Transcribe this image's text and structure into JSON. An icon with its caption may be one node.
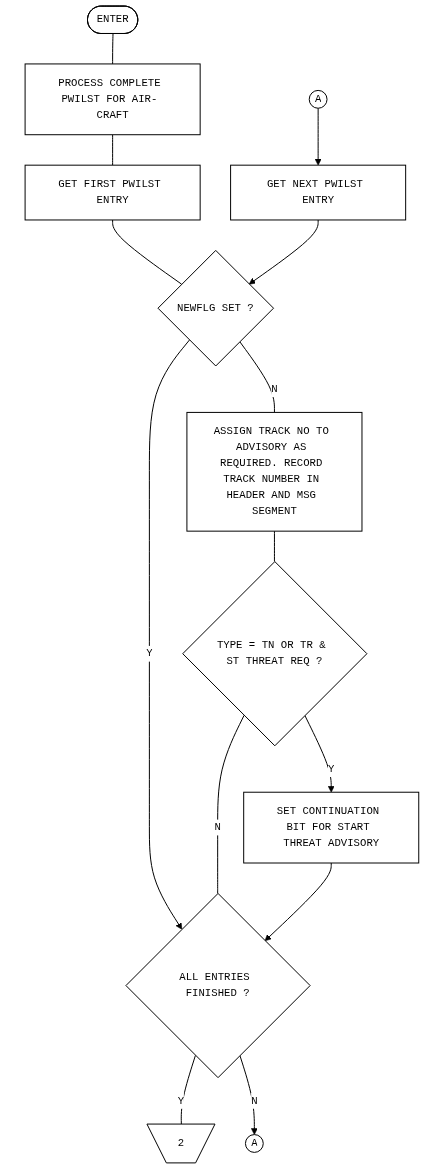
{
  "diagram": {
    "nodes": [
      {
        "text": [
          "ENTER"
        ]
      },
      {
        "text": [
          "PROCESS COMPLETE PWILST FOR AIR- CRAFT"
        ]
      },
      {
        "text": [
          "A"
        ]
      },
      {
        "text": [
          "GET FIRST PWILST ENTRY"
        ]
      },
      {
        "text": [
          "GET NEXT PWILST ENTRY"
        ]
      },
      {
        "text": [
          "NEWFLG SET ?"
        ]
      },
      {
        "text": [
          "ASSIGN TRACK NO TO ADVISORY AS REQUIRED. RECORD TRACK NUMBER IN HEADER AND MSG SEGMENT"
        ]
      },
      {
        "text": [
          "TYPE = TN OR TR & ST THREAT REQ ?"
        ]
      },
      {
        "text": [
          "SET CONTINUATION BIT FOR START THREAT ADVISORY"
        ]
      },
      {
        "text": [
          "ALL ENTRIES FINISHED ?"
        ]
      },
      {
        "text": [
          "2"
        ]
      },
      {
        "text": [
          "A"
        ]
      }
    ],
    "edges": [
      {
        "from": 0,
        "to": 1,
        "arrow": "none"
      },
      {
        "from": 1,
        "to": 3,
        "arrow": "none"
      },
      {
        "from": 2,
        "to": 4,
        "arrow": "to"
      },
      {
        "from": 3,
        "to": 5,
        "arrow": "none"
      },
      {
        "from": 4,
        "to": 5,
        "arrow": "to"
      },
      {
        "from": 5,
        "to": 9,
        "arrow": "to",
        "label": "Y"
      },
      {
        "from": 5,
        "to": 6,
        "arrow": "none",
        "label": "N"
      },
      {
        "from": 6,
        "to": 7,
        "arrow": "none"
      },
      {
        "from": 7,
        "to": 8,
        "arrow": "to",
        "label": "Y"
      },
      {
        "from": 7,
        "to": 9,
        "arrow": "none",
        "label": "N"
      },
      {
        "from": 8,
        "to": 9,
        "arrow": "to"
      },
      {
        "from": 9,
        "to": 10,
        "arrow": "none",
        "label": "Y"
      },
      {
        "from": 9,
        "to": 11,
        "arrow": "to",
        "label": "N"
      }
    ]
  }
}
